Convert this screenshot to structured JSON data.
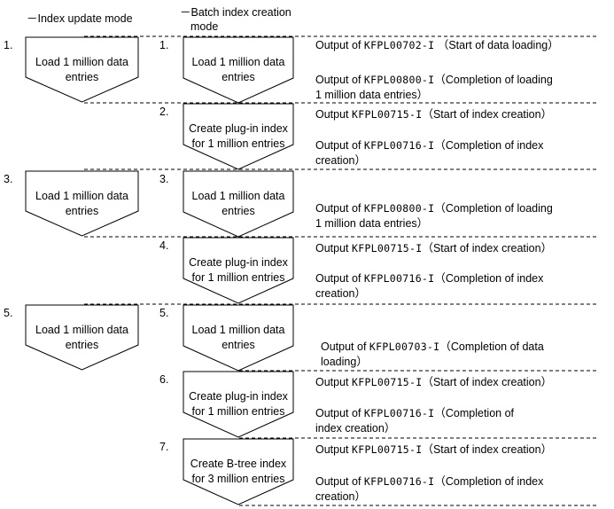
{
  "headers": {
    "left": "－Index update mode",
    "right_line1": "－Batch index creation",
    "right_line2": "mode"
  },
  "left_steps": [
    {
      "num": "1.",
      "lines": [
        "Load 1 million data",
        "entries"
      ]
    },
    {
      "num": "3.",
      "lines": [
        "Load 1  million data",
        "entries"
      ]
    },
    {
      "num": "5.",
      "lines": [
        "Load 1  million data",
        "entries"
      ]
    }
  ],
  "right_steps": [
    {
      "num": "1.",
      "lines": [
        "Load 1  million data",
        "entries"
      ],
      "notes": [
        {
          "pre": "Output of ",
          "code": "KFPL00702-I",
          "post": "  （Start of data loading）"
        },
        {
          "pre": "Output of ",
          "code": "KFPL00800-I",
          "post": "（Completion of loading",
          "cont": "1  million data entries）"
        }
      ]
    },
    {
      "num": "2.",
      "lines": [
        "Create plug-in index",
        "for 1  million entries"
      ],
      "notes": [
        {
          "pre": "Output ",
          "code": "KFPL00715-I",
          "post": "（Start of index creation）"
        },
        {
          "pre": "Output of ",
          "code": "KFPL00716-I",
          "post": "（Completion of index",
          "cont": "creation）"
        }
      ]
    },
    {
      "num": "3.",
      "lines": [
        "Load 1  million data",
        "entries"
      ],
      "notes": [
        {
          "pre": "Output of ",
          "code": "KFPL00800-I",
          "post": "（Completion of loading",
          "cont": "1  million data entries）"
        }
      ]
    },
    {
      "num": "4.",
      "lines": [
        "Create plug-in index",
        "for 1 million entries"
      ],
      "notes": [
        {
          "pre": "Output ",
          "code": "KFPL00715-I",
          "post": "（Start of index creation）"
        },
        {
          "pre": "Output of ",
          "code": "KFPL00716-I",
          "post": "（Completion of index",
          "cont": "creation）"
        }
      ]
    },
    {
      "num": "5.",
      "lines": [
        "Load 1  million data",
        "entries"
      ],
      "notes": [
        {
          "pre": "Output of ",
          "code": "KFPL00703-I",
          "post": "（Completion of data",
          "cont": "loading）"
        }
      ]
    },
    {
      "num": "6.",
      "lines": [
        "Create plug-in index",
        "for 1 million entries"
      ],
      "notes": [
        {
          "pre": "Output ",
          "code": "KFPL00715-I",
          "post": "（Start of index creation）"
        },
        {
          "pre": "Output of ",
          "code": "KFPL00716-I",
          "post": "（Completion of",
          "cont": "index creation）"
        }
      ]
    },
    {
      "num": "7.",
      "lines": [
        "Create B-tree index",
        "for 3 million entries"
      ],
      "notes": [
        {
          "pre": "Output ",
          "code": "KFPL00715-I",
          "post": "（Start of index creation）"
        },
        {
          "pre": "Output of ",
          "code": "KFPL00716-I",
          "post": "（Completion of index",
          "cont": "creation）"
        }
      ]
    }
  ]
}
